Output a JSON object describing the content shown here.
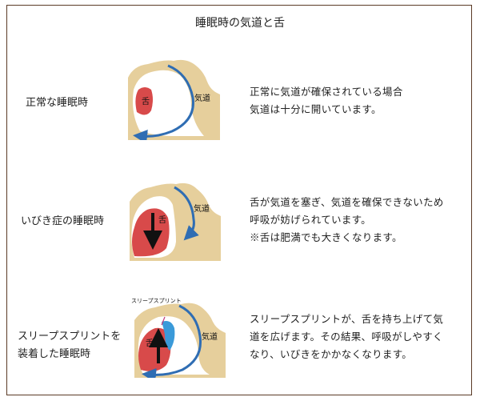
{
  "title": "睡眠時の気道と舌",
  "rows": [
    {
      "label_lines": [
        "正常な睡眠時"
      ],
      "tongue": "舌",
      "airway": "気道",
      "desc_lines": [
        "正常に気道が確保されている場合",
        "気道は十分に開いています。"
      ]
    },
    {
      "label_lines": [
        "いびき症の睡眠時"
      ],
      "tongue": "舌",
      "airway": "気道",
      "desc_lines": [
        "舌が気道を塞ぎ、気道を確保できないため",
        "呼吸が妨げられています。",
        "※舌は肥満でも大きくなります。"
      ]
    },
    {
      "label_lines": [
        "スリープスプリントを",
        "装着した睡眠時"
      ],
      "tongue": "舌",
      "airway": "気道",
      "device": "スリープスプリント",
      "desc_lines": [
        "スリープスプリントが、舌を持ち上げて気",
        "道を広げます。その結果、呼吸がしやすく",
        "なり、いびきをかかなくなります。"
      ]
    }
  ],
  "colors": {
    "frame": "#5a3a26",
    "skin": "#e6cf9c",
    "tongue": "#d84a4a",
    "airway_arrow": "#2f6db3",
    "splint": "#3a9ad9"
  }
}
